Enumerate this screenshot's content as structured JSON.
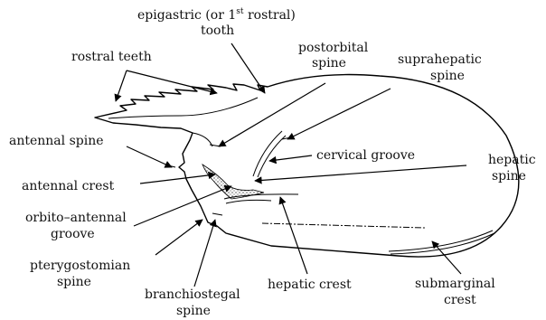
{
  "labels": {
    "epigastric_line1": "epigastric (or 1",
    "epigastric_sup": "st",
    "epigastric_line1_end": " rostral)",
    "epigastric_line2": "tooth",
    "rostral_teeth": "rostral teeth",
    "postorbital_line1": "postorbital",
    "postorbital_line2": "spine",
    "suprahepatic_line1": "suprahepatic",
    "suprahepatic_line2": "spine",
    "antennal_spine": "antennal spine",
    "cervical_groove": "cervical groove",
    "hepatic_spine_line1": "hepatic",
    "hepatic_spine_line2": "spine",
    "antennal_crest": "antennal crest",
    "orbito_antennal_line1": "orbito–antennal",
    "orbito_antennal_line2": "groove",
    "pterygostomian_line1": "pterygostomian",
    "pterygostomian_line2": "spine",
    "branchiostegal_line1": "branchiostegal",
    "branchiostegal_line2": "spine",
    "hepatic_crest": "hepatic crest",
    "submarginal_line1": "submarginal",
    "submarginal_line2": "crest"
  },
  "colors": {
    "ink": "#111111",
    "background": "#ffffff"
  }
}
